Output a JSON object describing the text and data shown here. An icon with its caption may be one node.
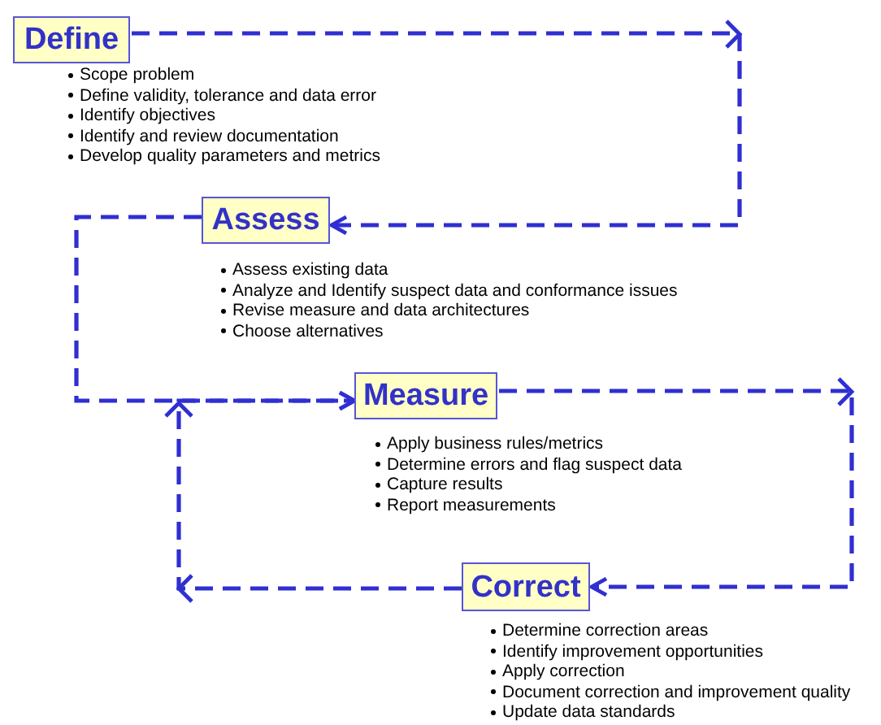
{
  "diagram": {
    "nodes": [
      {
        "text": [
          "Define"
        ],
        "beside": [
          "Scope problem",
          "Define validity, tolerance and data error",
          "Identify objectives",
          "Identify and review documentation",
          "Develop quality parameters and metrics"
        ]
      },
      {
        "text": [
          "Assess"
        ],
        "beside": [
          "Assess existing data",
          "Analyze and Identify suspect data and conformance issues",
          "Revise measure and data architectures",
          "Choose alternatives"
        ]
      },
      {
        "text": [
          "Measure"
        ],
        "beside": [
          "Apply business rules/metrics",
          "Determine errors and flag suspect data",
          "Capture results",
          "Report measurements"
        ]
      },
      {
        "text": [
          "Correct"
        ],
        "beside": [
          "Determine correction areas",
          "Identify improvement opportunities",
          "Apply correction",
          "Document correction and improvement  quality",
          "Update data standards"
        ]
      }
    ],
    "edges": [
      {
        "from": 0,
        "to": 1,
        "arrow": "to",
        "style": "dashed"
      },
      {
        "from": 1,
        "to": 2,
        "arrow": "to",
        "style": "dashed"
      },
      {
        "from": 2,
        "to": 3,
        "arrow": "to",
        "style": "dashed"
      },
      {
        "from": 3,
        "to": 2,
        "arrow": "to",
        "style": "dashed"
      }
    ]
  }
}
